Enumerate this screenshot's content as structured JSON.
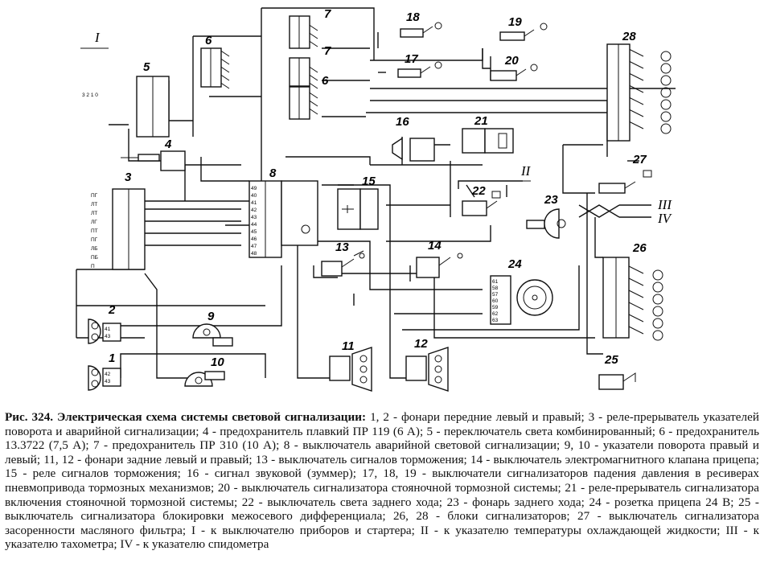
{
  "figure": {
    "caption_title": "Рис. 324. Электрическая схема системы световой сигнализации:",
    "caption_body": " 1, 2 - фонари передние левый и правый; 3 - реле-прерыватель указателей поворота и аварийной сигнализации; 4 - предохранитель плавкий ПР 119 (6 А); 5 - переключатель света комбинированный; 6 - предохранитель 13.3722 (7,5 А); 7 - предохранитель ПР 310 (10 А); 8 - выключатель аварийной световой сигнализации; 9, 10 - указатели поворота правый и левый; 11, 12 - фонари задние левый и правый; 13 - выключатель сигналов торможения; 14 - выключатель электромагнитного клапана прицепа; 15 - реле сигналов торможения; 16 - сигнал звуковой (зуммер); 17, 18, 19 - выключатели сигнализаторов падения давления в ресиверах пневмопривода тормозных механизмов; 20 - выключатель сигнализатора стояночной тормозной системы; 21 - реле-прерыватель сигнализатора включения стояночной тормозной системы; 22 - выключатель света заднего хода; 23 - фонарь заднего хода; 24 - розетка прицепа 24 В; 25 - выключатель сигнализатора блокировки межосевого дифференциала; 26, 28 - блоки сигнализаторов; 27 - выключатель сигнализатора засоренности масляного фильтра; I - к выключателю приборов и стартера; II - к указателю температуры охлаждающей жидкости; III - к указателю тахометра; IV - к указателю спидометра"
  },
  "labels": {
    "n1": "1",
    "n2": "2",
    "n3": "3",
    "n4": "4",
    "n5": "5",
    "n6a": "6",
    "n6b": "6",
    "n7a": "7",
    "n7b": "7",
    "n8": "8",
    "n9": "9",
    "n10": "10",
    "n11": "11",
    "n12": "12",
    "n13": "13",
    "n14": "14",
    "n15": "15",
    "n16": "16",
    "n17": "17",
    "n18": "18",
    "n19": "19",
    "n20": "20",
    "n21": "21",
    "n22": "22",
    "n23": "23",
    "n24": "24",
    "n25": "25",
    "n26": "26",
    "n27": "27",
    "n28": "28",
    "rI": "I",
    "rII": "II",
    "rIII": "III",
    "rIV": "IV",
    "sw5": "3 2 1 0"
  },
  "pins": {
    "b3": [
      "ПГ",
      "ЛТ",
      "ЛТ",
      "ЛГ",
      "ПТ",
      "ПГ",
      "ЛБ",
      "ПБ",
      "П"
    ],
    "b8": [
      "49",
      "40",
      "41",
      "42",
      "43",
      "44",
      "45",
      "46",
      "47",
      "48"
    ],
    "b24": [
      "61",
      "58",
      "57",
      "60",
      "59",
      "62",
      "63"
    ]
  },
  "colors": {
    "ink": "#111111",
    "paper": "#ffffff"
  }
}
